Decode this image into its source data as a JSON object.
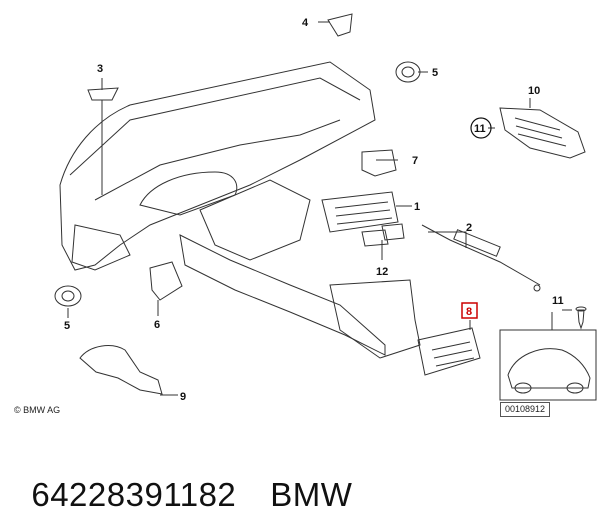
{
  "callouts": {
    "c1": "1",
    "c2": "2",
    "c3": "3",
    "c4": "4",
    "c5a": "5",
    "c5b": "5",
    "c6": "6",
    "c7": "7",
    "c8": "8",
    "c9": "9",
    "c10": "10",
    "c11a": "11",
    "c11b": "11",
    "c12": "12"
  },
  "copyright": "© BMW AG",
  "reference_number": "00108912",
  "caption": {
    "part_number": "64228391182",
    "brand": "BMW"
  },
  "colors": {
    "highlight": "#cc0000",
    "line": "#333333"
  }
}
